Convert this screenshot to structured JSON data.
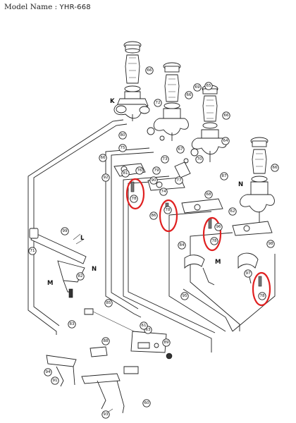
{
  "header": {
    "model_label": "Model Name :",
    "model_value": "YHR-668"
  },
  "letters": {
    "K": "K",
    "N1": "N",
    "N2": "N",
    "L": "L",
    "M1": "M",
    "M2": "M"
  },
  "callouts": {
    "c66a": "66",
    "c66b": "66",
    "c66c": "66",
    "c66d": "66",
    "c66e": "66",
    "c72": "72",
    "c92": "92",
    "c81": "81",
    "c82": "82",
    "c76": "76",
    "c75": "75",
    "c70": "70",
    "c90": "90",
    "c86": "86",
    "c74": "74",
    "c80": "80",
    "c79": "79",
    "c77": "77",
    "c78a": "78",
    "c78b": "78",
    "c78c": "78",
    "c78d": "78",
    "c87": "87",
    "c91": "91",
    "c93": "93",
    "c95": "95",
    "c99": "99",
    "c71": "71",
    "c85": "85",
    "c84": "84",
    "c83": "83",
    "c88": "88",
    "c89": "89",
    "c94": "94",
    "c63": "63",
    "c61": "61",
    "c67": "67",
    "c73": "73",
    "c69": "69",
    "c65": "65",
    "c64": "64",
    "c68": "68",
    "c62": "62",
    "c98": "98",
    "c96": "96",
    "c97": "97",
    "c60": "60"
  }
}
